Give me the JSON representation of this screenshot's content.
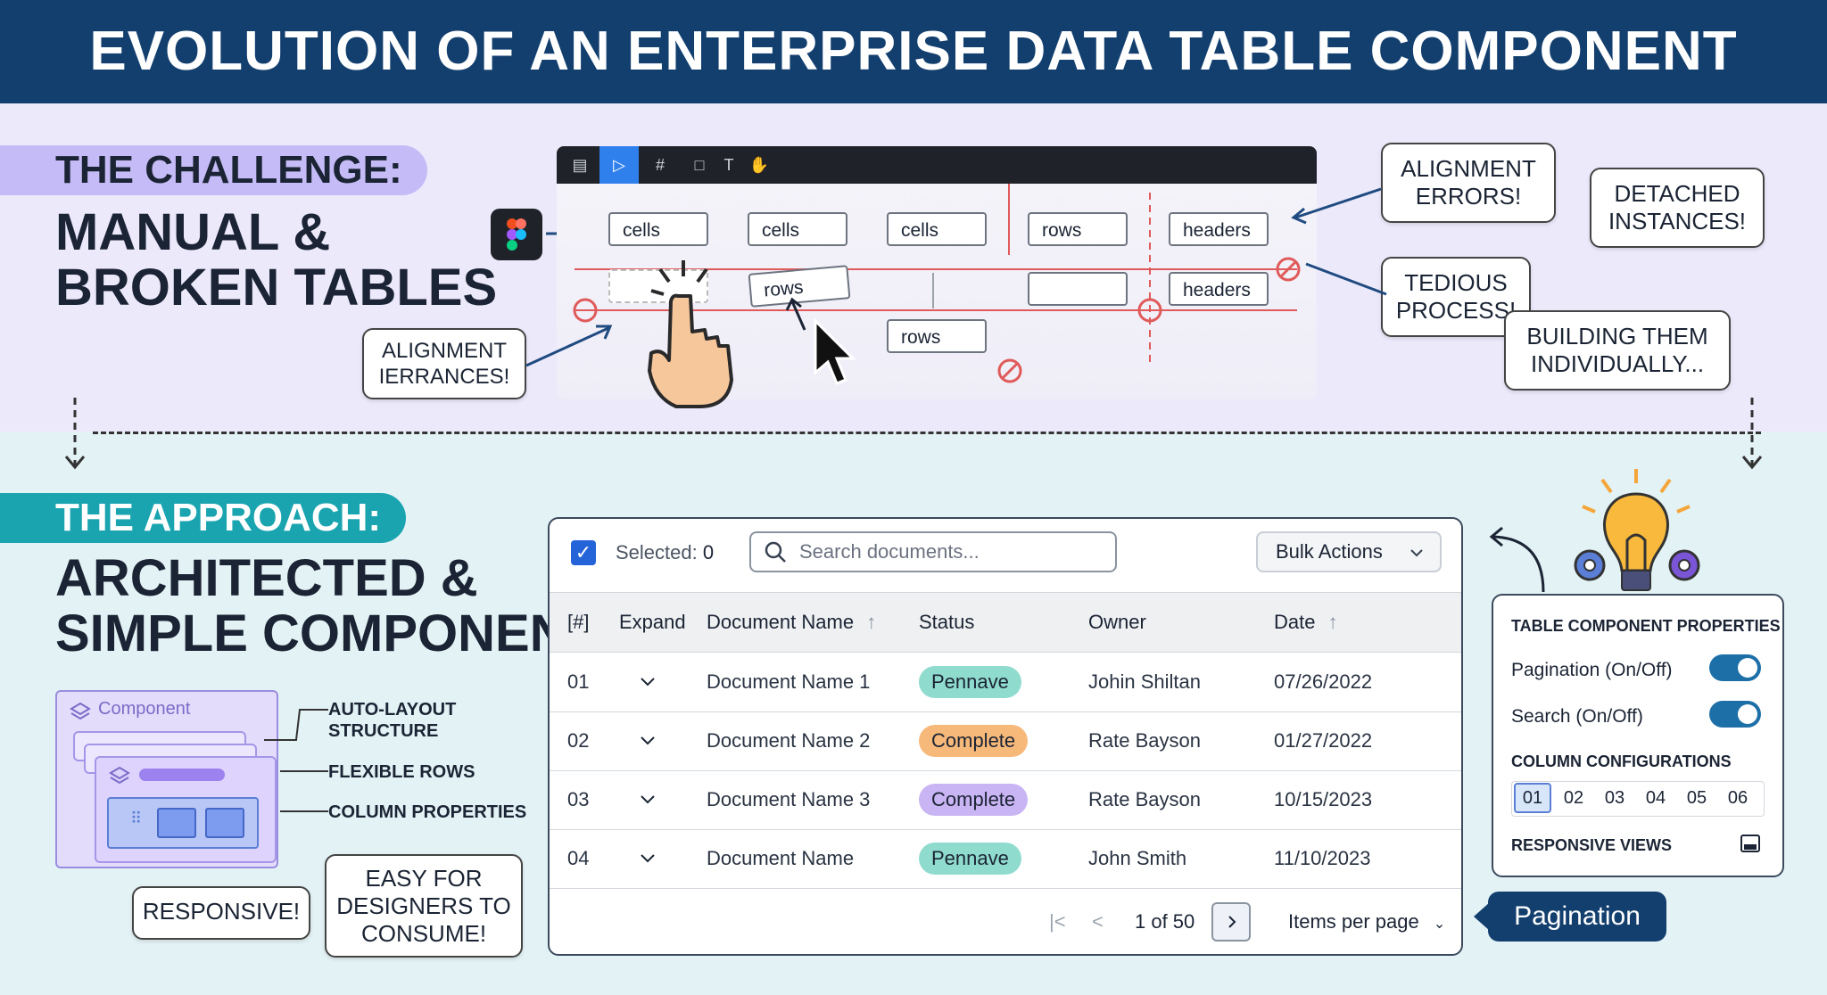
{
  "title": "EVOLUTION OF AN ENTERPRISE DATA TABLE COMPONENT",
  "challenge": {
    "pill": "THE CHALLENGE:",
    "heading_line1": "MANUAL &",
    "heading_line2": "BROKEN TABLES",
    "wireframe": {
      "row1": [
        "cells",
        "cells",
        "cells",
        "rows",
        "headers"
      ],
      "row2_rows": "rows",
      "row2_headers": "headers",
      "row3_rows": "rows"
    },
    "callouts": {
      "alignment_errors": "ALIGNMENT ERRORS!",
      "detached_instances": "DETACHED INSTANCES!",
      "tedious_process": "TEDIOUS PROCESS!",
      "building_individually": "BUILDING THEM INDIVIDUALLY...",
      "alignment_ierrances": "ALIGNMENT IERRANCES!"
    }
  },
  "approach": {
    "pill": "THE APPROACH:",
    "heading_line1": "ARCHITECTED &",
    "heading_line2": "SIMPLE COMPONENT",
    "component_label": "Component",
    "legend": {
      "auto_layout": "AUTO-LAYOUT STRUCTURE",
      "flexible_rows": "FLEXIBLE ROWS",
      "column_properties": "COLUMN PROPERTIES"
    },
    "responsive": "RESPONSIVE!",
    "easy": "EASY FOR DESIGNERS TO CONSUME!"
  },
  "table": {
    "selected_label": "Selected:",
    "selected_count": "0",
    "search_placeholder": "Search documents...",
    "bulk_actions": "Bulk Actions",
    "columns": [
      "[#]",
      "Expand",
      "Document Name",
      "Status",
      "Owner",
      "Date"
    ],
    "rows": [
      {
        "num": "01",
        "name": "Document Name 1",
        "status": "Pennave",
        "owner": "Johin Shiltan",
        "date": "07/26/2022",
        "status_color": "#8fdcce"
      },
      {
        "num": "02",
        "name": "Document Name 2",
        "status": "Complete",
        "owner": "Rate Bayson",
        "date": "01/27/2022",
        "status_color": "#f7b97a"
      },
      {
        "num": "03",
        "name": "Document Name 3",
        "status": "Complete",
        "owner": "Rate Bayson",
        "date": "10/15/2023",
        "status_color": "#c9b4f4"
      },
      {
        "num": "04",
        "name": "Document Name",
        "status": "Pennave",
        "owner": "John Smith",
        "date": "11/10/2023",
        "status_color": "#8fdcce"
      }
    ],
    "page_info": "1 of 50",
    "items_per_page": "Items per page"
  },
  "properties": {
    "title": "TABLE COMPONENT PROPERTIES",
    "pagination_toggle": "Pagination (On/Off)",
    "search_toggle": "Search (On/Off)",
    "column_configs_title": "COLUMN CONFIGURATIONS",
    "column_configs": [
      "01",
      "02",
      "03",
      "04",
      "05",
      "06"
    ],
    "responsive_views": "RESPONSIVE VIEWS"
  },
  "pagination_tag": "Pagination",
  "colors": {
    "header_bg": "#133f6e",
    "challenge_pill": "#c5bbf6",
    "approach_pill": "#19a4b0",
    "toggle_on": "#1d6fa8"
  }
}
